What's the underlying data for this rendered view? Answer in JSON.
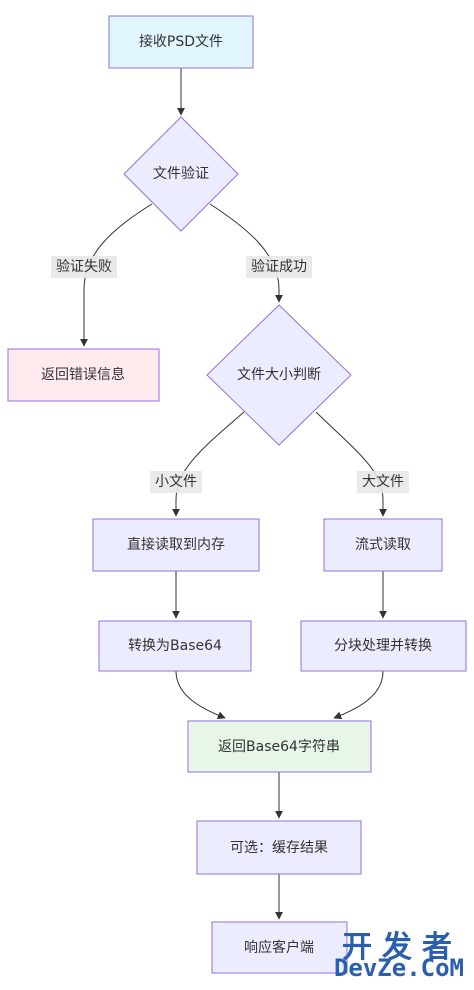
{
  "nodes": {
    "receive": "接收PSD文件",
    "validate": "文件验证",
    "error": "返回错误信息",
    "size_check": "文件大小判断",
    "direct_read": "直接读取到内存",
    "stream_read": "流式读取",
    "to_base64": "转换为Base64",
    "chunk_convert": "分块处理并转换",
    "return_base64": "返回Base64字符串",
    "optional_cache": "可选：缓存结果",
    "respond": "响应客户端"
  },
  "edges": {
    "fail": "验证失败",
    "success": "验证成功",
    "small": "小文件",
    "large": "大文件"
  },
  "colors": {
    "default_fill": "#ececff",
    "start_fill": "#e1f5fe",
    "error_fill": "#ffebee",
    "result_fill": "#e8f5e9",
    "stroke": "#9370db",
    "watermark": "#2a5fb0"
  },
  "watermark": {
    "cn": "开发者",
    "en": "DevZe.CoM"
  }
}
